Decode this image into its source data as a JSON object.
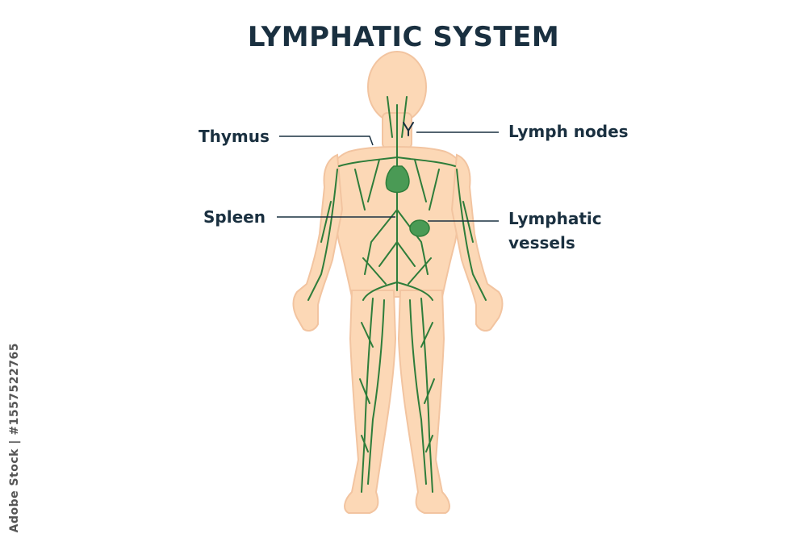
{
  "title": "LYMPHATIC SYSTEM",
  "labels": {
    "thymus": "Thymus",
    "spleen": "Spleen",
    "lymph_nodes": "Lymph nodes",
    "lymphatic_vessels_line1": "Lymphatic",
    "lymphatic_vessels_line2": "vessels"
  },
  "watermark": "Adobe Stock | #1557522765",
  "colors": {
    "skin": "#fcd8b6",
    "skin_outline": "#f2c4a0",
    "vessel": "#2e7d3a",
    "organ": "#4a9a55",
    "title": "#1a3040",
    "leader_line": "#1a3040"
  }
}
